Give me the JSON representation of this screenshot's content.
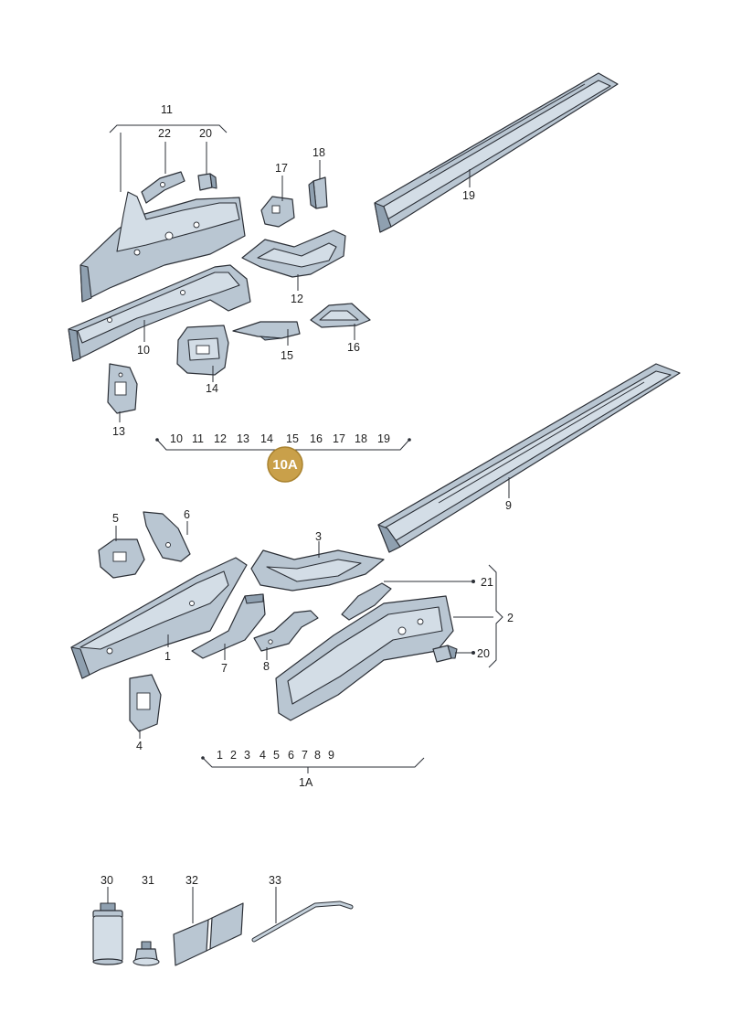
{
  "colors": {
    "badge": "#c9a04a",
    "part_fill": "#b9c6d2",
    "outline": "#2b2f36"
  },
  "badge": {
    "label": "10A"
  },
  "groups": {
    "upper_sequence": [
      "10",
      "11",
      "12",
      "13",
      "14",
      "15",
      "16",
      "17",
      "18",
      "19"
    ],
    "lower_sequence": [
      "1",
      "2",
      "3",
      "4",
      "5",
      "6",
      "7",
      "8",
      "9"
    ],
    "lower_group_label": "1A"
  },
  "callouts": {
    "p1": "1",
    "p2": "2",
    "p3": "3",
    "p4": "4",
    "p5": "5",
    "p6": "6",
    "p7": "7",
    "p8": "8",
    "p9": "9",
    "p10": "10",
    "p11": "11",
    "p12": "12",
    "p13": "13",
    "p14": "14",
    "p15": "15",
    "p16": "16",
    "p17": "17",
    "p18": "18",
    "p19": "19",
    "p20_upper": "20",
    "p20_lower": "20",
    "p21": "21",
    "p22": "22",
    "p30": "30",
    "p31": "31",
    "p32": "32",
    "p33": "33"
  },
  "icons": {
    "side_member": "side-member-icon",
    "sill_rail": "sill-rail-icon",
    "bracket": "bracket-icon",
    "sealant_cartridge": "cartridge-icon",
    "plug": "plug-icon",
    "foam_pad": "pad-icon",
    "seal_strip": "strip-icon"
  }
}
